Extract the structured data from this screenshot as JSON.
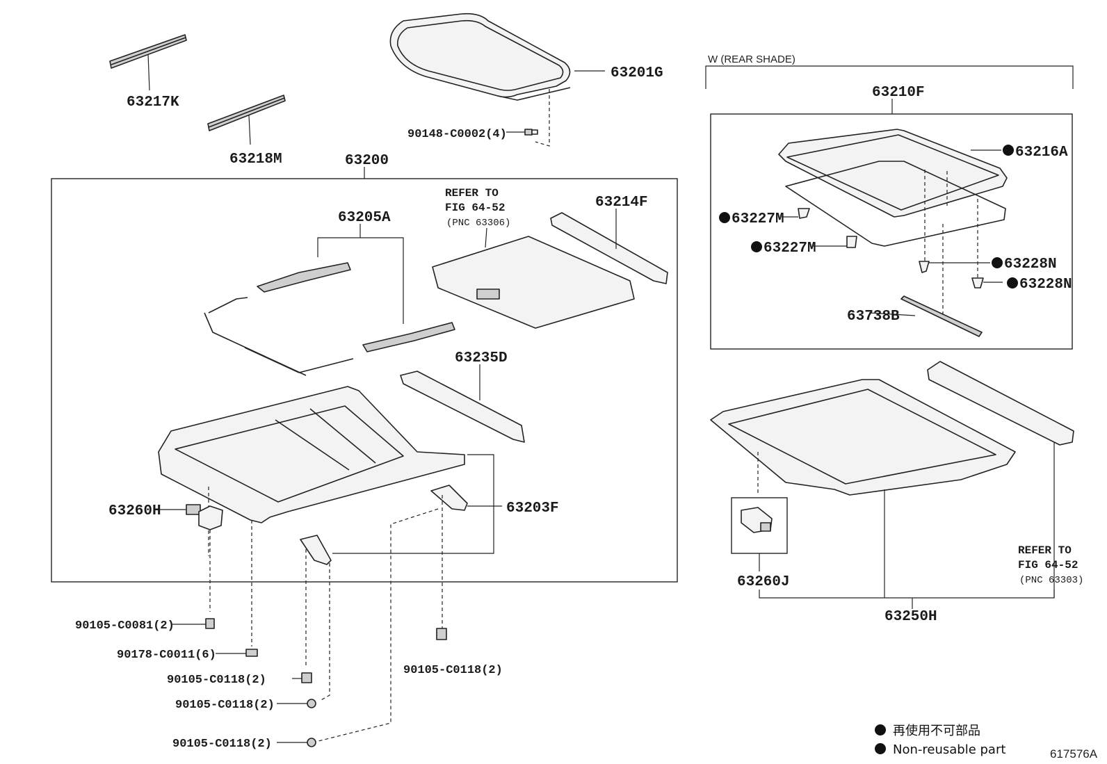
{
  "figure_id": "617576A",
  "sections": {
    "rear_shade_label": "W (REAR SHADE)"
  },
  "parts": {
    "p63217K": "63217K",
    "p63218M": "63218M",
    "p63201G": "63201G",
    "p90148": "90148-C0002(4)",
    "p63200": "63200",
    "p63205A": "63205A",
    "p63214F": "63214F",
    "p63235D": "63235D",
    "p63260H": "63260H",
    "p63203F": "63203F",
    "p63210F": "63210F",
    "p63216A": "63216A",
    "p63227M_a": "63227M",
    "p63227M_b": "63227M",
    "p63228N_a": "63228N",
    "p63228N_b": "63228N",
    "p63738B": "63738B",
    "p63260J": "63260J",
    "p63250H": "63250H",
    "b90105_C0081": "90105-C0081(2)",
    "b90178_C0011": "90178-C0011(6)",
    "b90105_C0118_a": "90105-C0118(2)",
    "b90105_C0118_b": "90105-C0118(2)",
    "b90105_C0118_c": "90105-C0118(2)",
    "b90105_C0118_d": "90105-C0118(2)"
  },
  "refs": {
    "ref1": {
      "line1": "REFER TO",
      "line2": "FIG 64-52",
      "line3": "(PNC 63306)"
    },
    "ref2": {
      "line1": "REFER TO",
      "line2": "FIG 64-52",
      "line3": "(PNC 63303)"
    }
  },
  "legend": {
    "jp": "再使用不可部品",
    "en": "Non-reusable part"
  }
}
